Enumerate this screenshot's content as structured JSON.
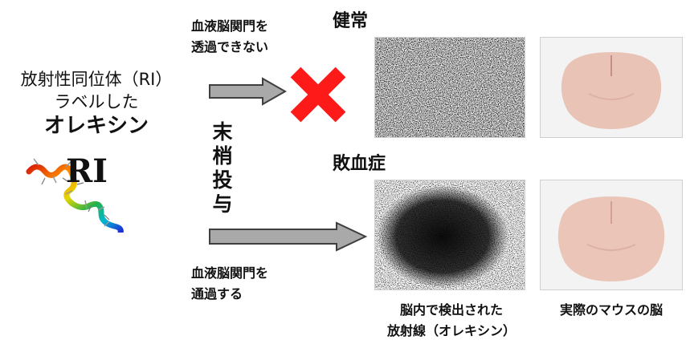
{
  "left": {
    "line1": "放射性同位体（RI）",
    "line2": "ラベルした",
    "line3": "オレキシン",
    "molecule_label": "RI"
  },
  "top_arrow_text": {
    "line1": "血液脳関門を",
    "line2": "透過できない"
  },
  "vertical_text": [
    "末",
    "梢",
    "投",
    "与"
  ],
  "bottom_arrow_text": {
    "line1": "血液脳関門を",
    "line2": "通過する"
  },
  "headings": {
    "healthy": "健常",
    "sepsis": "敗血症"
  },
  "captions": {
    "scan_line1": "脳内で検出された",
    "scan_line2": "放射線（オレキシン）",
    "photo": "実際のマウスの脳"
  },
  "colors": {
    "arrow_fill": "#a9a9a9",
    "arrow_stroke": "#3f3f3f",
    "cross": "#ff1a1a",
    "brain": "#e9c4b6"
  },
  "icons": {
    "cross": "cross-icon",
    "molecule": "protein-structure-icon"
  }
}
